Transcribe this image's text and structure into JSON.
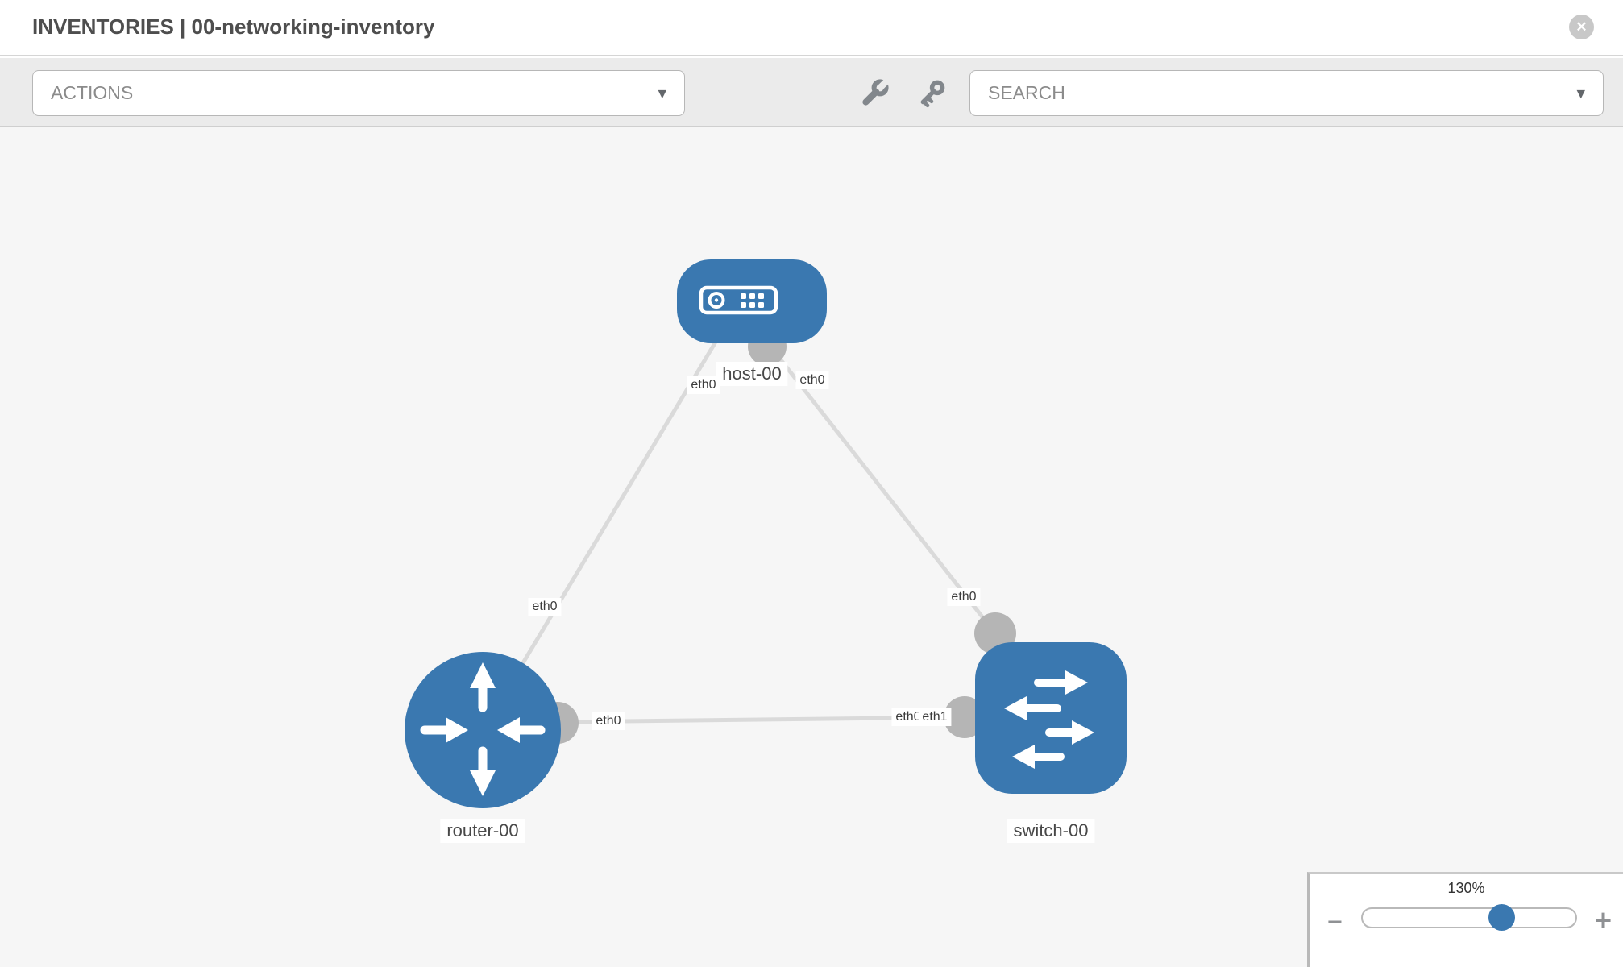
{
  "header": {
    "title": "INVENTORIES | 00-networking-inventory"
  },
  "icons": {
    "close": "✕",
    "caret_down": "▾",
    "minus": "−",
    "plus": "+"
  },
  "toolbar": {
    "actions_label": "ACTIONS",
    "search_placeholder": "SEARCH"
  },
  "colors": {
    "node_blue": "#3a78b0",
    "link_gray": "#dadada",
    "port_gray": "#b5b5b5",
    "canvas_bg": "#f6f6f6",
    "toolbar_bg": "#ebebeb",
    "icon_gray": "#82878c"
  },
  "diagram": {
    "nodes": [
      {
        "id": "host-00",
        "type": "host",
        "label": "host-00"
      },
      {
        "id": "router-00",
        "type": "router",
        "label": "router-00"
      },
      {
        "id": "switch-00",
        "type": "switch",
        "label": "switch-00"
      }
    ],
    "links": [
      {
        "source": "host-00",
        "target": "router-00",
        "source_interface": "eth0",
        "target_interface": "eth0"
      },
      {
        "source": "host-00",
        "target": "switch-00",
        "source_interface": "eth0",
        "target_interface": "eth0"
      },
      {
        "source": "router-00",
        "target": "switch-00",
        "source_interface": "eth0",
        "target_interface": "eth1",
        "target_interface_under": "eth0"
      }
    ]
  },
  "zoom_control": {
    "value": "130%"
  }
}
